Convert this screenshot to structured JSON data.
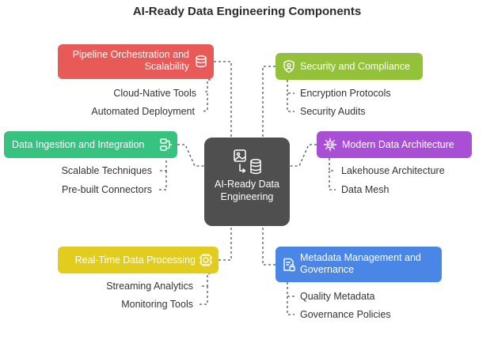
{
  "title": "AI-Ready Data Engineering Components",
  "center": {
    "label": "AI-Ready Data Engineering"
  },
  "components": [
    {
      "label": "Pipeline Orchestration and Scalability",
      "color": "#e85a57",
      "icon": "database-icon",
      "items": [
        "Cloud-Native Tools",
        "Automated Deployment"
      ]
    },
    {
      "label": "Data Ingestion and Integration",
      "color": "#36c27f",
      "icon": "server-network-icon",
      "items": [
        "Scalable Techniques",
        "Pre-built Connectors"
      ]
    },
    {
      "label": "Real-Time Data Processing",
      "color": "#e2cc1d",
      "icon": "chip-icon",
      "items": [
        "Streaming Analytics",
        "Monitoring Tools"
      ]
    },
    {
      "label": "Security and Compliance",
      "color": "#93c13a",
      "icon": "shield-user-icon",
      "items": [
        "Encryption Protocols",
        "Security Audits"
      ]
    },
    {
      "label": "Modern Data Architecture",
      "color": "#a94fd6",
      "icon": "gear-code-icon",
      "items": [
        "Lakehouse Architecture",
        "Data Mesh"
      ]
    },
    {
      "label": "Metadata Management and Governance",
      "color": "#4a86e6",
      "icon": "document-lock-icon",
      "items": [
        "Quality Metadata",
        "Governance Policies"
      ]
    }
  ]
}
